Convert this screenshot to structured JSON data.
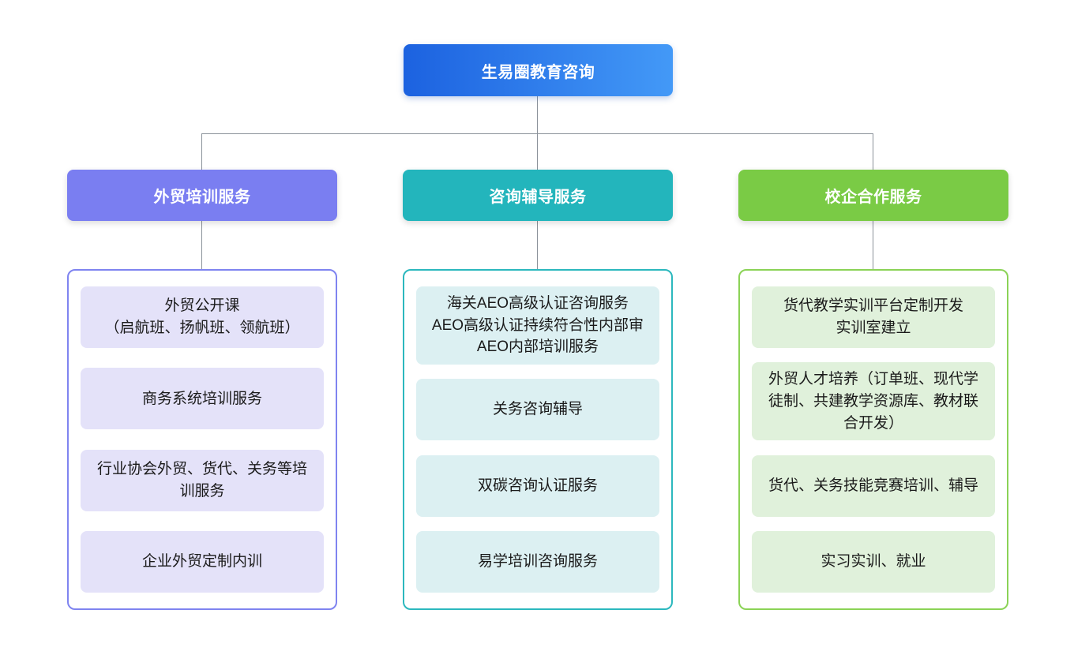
{
  "root": {
    "label": "生易圈教育咨询",
    "gradient_from": "#1c62e0",
    "gradient_to": "#4399f7"
  },
  "colors": {
    "canvas_bg": "#ffffff",
    "connector": "#8a9199",
    "item_text": "#1a1a1a",
    "header_text": "#ffffff"
  },
  "branches": [
    {
      "label": "外贸培训服务",
      "header_bg": "#7a7ef1",
      "container_border": "#7f84f0",
      "item_bg": "#e4e2f9",
      "items": [
        {
          "text": "外贸公开课\n（启航班、扬帆班、领航班）"
        },
        {
          "text": "商务系统培训服务"
        },
        {
          "text": "行业协会外贸、货代、关务等培训服务"
        },
        {
          "text": "企业外贸定制内训"
        }
      ]
    },
    {
      "label": "咨询辅导服务",
      "header_bg": "#23b5bc",
      "container_border": "#2cb8be",
      "item_bg": "#dcf0f2",
      "items": [
        {
          "text": "海关AEO高级认证咨询服务\nAEO高级认证持续符合性内部审\nAEO内部培训服务"
        },
        {
          "text": "关务咨询辅导"
        },
        {
          "text": "双碳咨询认证服务"
        },
        {
          "text": "易学培训咨询服务"
        }
      ]
    },
    {
      "label": "校企合作服务",
      "header_bg": "#7acb45",
      "container_border": "#8bd356",
      "item_bg": "#e0f1db",
      "items": [
        {
          "text": "货代教学实训平台定制开发\n实训室建立"
        },
        {
          "text": "外贸人才培养（订单班、现代学徒制、共建教学资源库、教材联合开发）"
        },
        {
          "text": "货代、关务技能竞赛培训、辅导"
        },
        {
          "text": "实习实训、就业"
        }
      ]
    }
  ]
}
